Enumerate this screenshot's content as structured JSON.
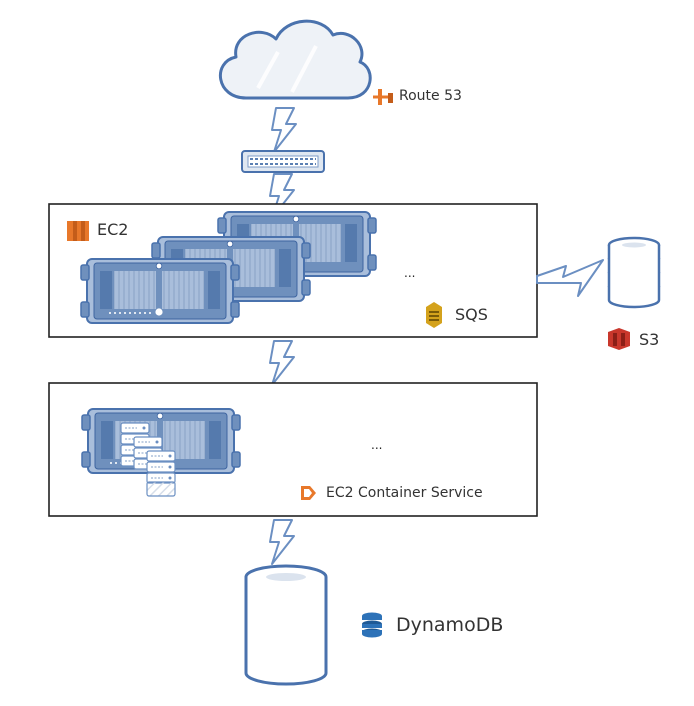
{
  "labels": {
    "route53": "Route 53",
    "ec2": "EC2",
    "sqs": "SQS",
    "s3": "S3",
    "ecs": "EC2 Container Service",
    "dynamodb": "DynamoDB",
    "ellipsis_top": "...",
    "ellipsis_bottom": "..."
  },
  "colors": {
    "server_fill": "#6f90bd",
    "server_dark": "#3e64a0",
    "server_light": "#b3c6e0",
    "outline": "#4a72ad",
    "cloud_fill": "#eef2f7",
    "aws_orange": "#e8782a",
    "aws_red": "#c9372c",
    "dynamo_blue": "#2d72b8",
    "sqs_gold": "#d4a21c"
  },
  "icons": [
    "cloud-icon",
    "lightning-icon",
    "network-switch-icon",
    "server-icon",
    "database-icon",
    "container-icon",
    "route53-icon",
    "ec2-icon",
    "sqs-icon",
    "s3-icon",
    "ecs-icon",
    "dynamodb-icon"
  ]
}
